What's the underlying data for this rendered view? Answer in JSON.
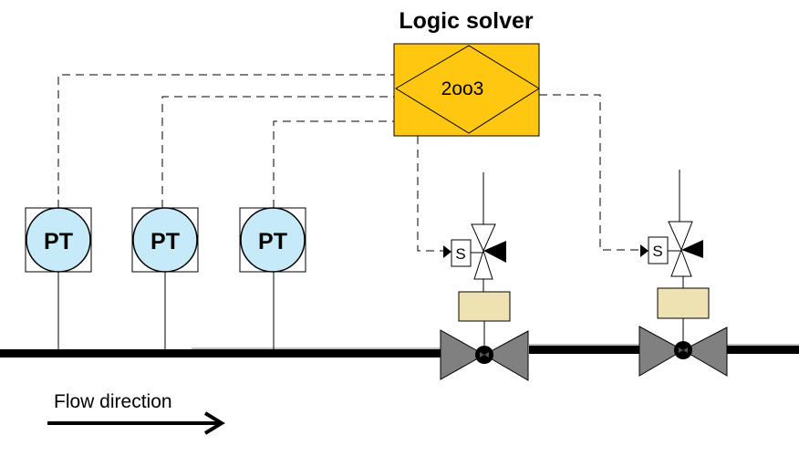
{
  "diagram": {
    "title": "Logic solver",
    "solver": {
      "label": "2oo3",
      "fill": "#FFC70F"
    },
    "transmitters": [
      {
        "label": "PT",
        "fill": "#C6EAF8"
      },
      {
        "label": "PT",
        "fill": "#C6EAF8"
      },
      {
        "label": "PT",
        "fill": "#C6EAF8"
      }
    ],
    "valves": [
      {
        "solenoid_label": "S",
        "actuator_fill": "#EEE2B2",
        "body_fill": "#808080"
      },
      {
        "solenoid_label": "S",
        "actuator_fill": "#EEE2B2",
        "body_fill": "#808080"
      }
    ],
    "flow_label": "Flow direction"
  }
}
